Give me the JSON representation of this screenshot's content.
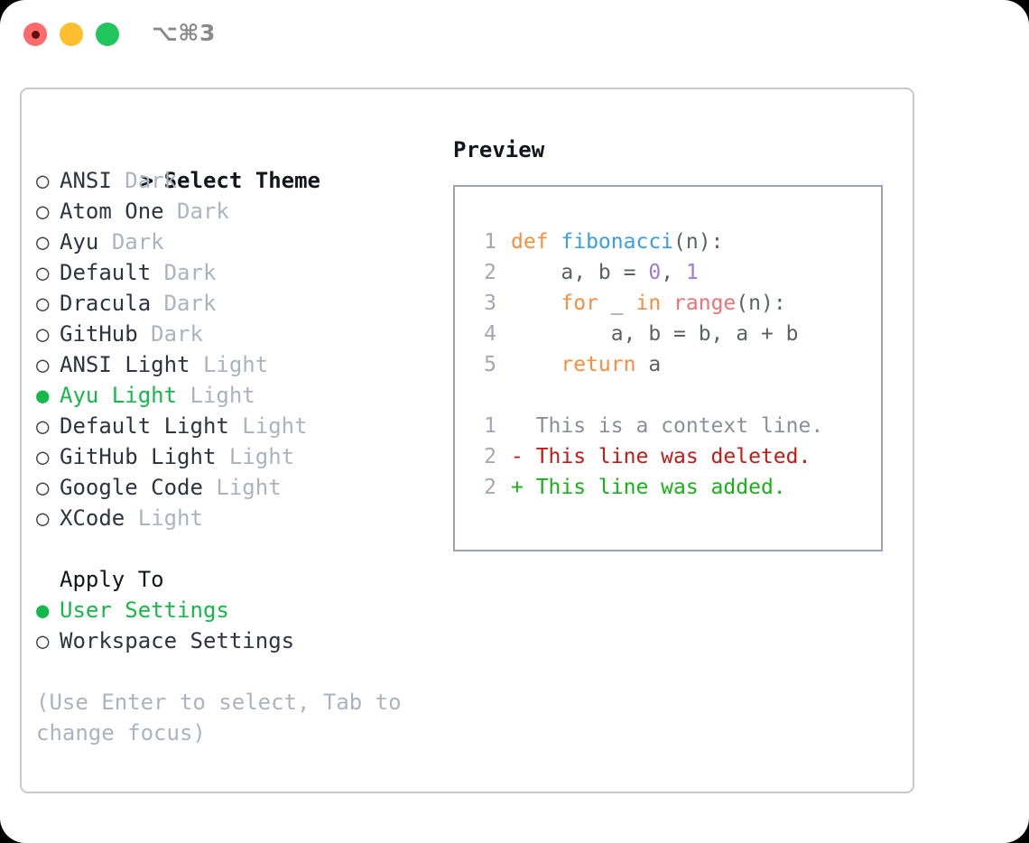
{
  "titlebar": {
    "shortcut": "⌥⌘3",
    "dots": [
      {
        "name": "close-dot",
        "color": "#ff6b6b"
      },
      {
        "name": "minimize-dot",
        "color": "#ffbe2e"
      },
      {
        "name": "maximize-dot",
        "color": "#22c55e"
      }
    ]
  },
  "theme_list": {
    "header_marker": ">",
    "header_label": "Select Theme",
    "marker_unselected": "○",
    "marker_selected": "●",
    "items": [
      {
        "name": "ANSI",
        "variant": "Dark",
        "selected": false
      },
      {
        "name": "Atom One",
        "variant": "Dark",
        "selected": false
      },
      {
        "name": "Ayu",
        "variant": "Dark",
        "selected": false
      },
      {
        "name": "Default",
        "variant": "Dark",
        "selected": false
      },
      {
        "name": "Dracula",
        "variant": "Dark",
        "selected": false
      },
      {
        "name": "GitHub",
        "variant": "Dark",
        "selected": false
      },
      {
        "name": "ANSI Light",
        "variant": "Light",
        "selected": false
      },
      {
        "name": "Ayu Light",
        "variant": "Light",
        "selected": true
      },
      {
        "name": "Default Light",
        "variant": "Light",
        "selected": false
      },
      {
        "name": "GitHub Light",
        "variant": "Light",
        "selected": false
      },
      {
        "name": "Google Code",
        "variant": "Light",
        "selected": false
      },
      {
        "name": "XCode",
        "variant": "Light",
        "selected": false
      }
    ]
  },
  "apply_to": {
    "heading": "Apply To",
    "options": [
      {
        "label": "User Settings",
        "selected": true
      },
      {
        "label": "Workspace Settings",
        "selected": false
      }
    ]
  },
  "hint": "(Use Enter to select, Tab to change focus)",
  "preview": {
    "title": "Preview",
    "code_lines": [
      {
        "no": "1",
        "tokens": [
          {
            "t": "def ",
            "c": "tok-kw"
          },
          {
            "t": "fibonacci",
            "c": "tok-fn"
          },
          {
            "t": "(n):",
            "c": "tok-plain"
          }
        ]
      },
      {
        "no": "2",
        "tokens": [
          {
            "t": "    a, b = ",
            "c": "tok-plain"
          },
          {
            "t": "0",
            "c": "tok-num"
          },
          {
            "t": ", ",
            "c": "tok-plain"
          },
          {
            "t": "1",
            "c": "tok-num"
          }
        ]
      },
      {
        "no": "3",
        "tokens": [
          {
            "t": "    ",
            "c": "tok-plain"
          },
          {
            "t": "for",
            "c": "tok-kw"
          },
          {
            "t": " _ ",
            "c": "tok-plain"
          },
          {
            "t": "in",
            "c": "tok-kw"
          },
          {
            "t": " ",
            "c": "tok-plain"
          },
          {
            "t": "range",
            "c": "tok-builtin"
          },
          {
            "t": "(n):",
            "c": "tok-plain"
          }
        ]
      },
      {
        "no": "4",
        "tokens": [
          {
            "t": "        a, b = b, a + b",
            "c": "tok-plain"
          }
        ]
      },
      {
        "no": "5",
        "tokens": [
          {
            "t": "    ",
            "c": "tok-plain"
          },
          {
            "t": "return",
            "c": "tok-kw"
          },
          {
            "t": " a",
            "c": "tok-plain"
          }
        ]
      }
    ],
    "diff_lines": [
      {
        "no": "1",
        "text": "  This is a context line.",
        "cls": "diff-ctx"
      },
      {
        "no": "2",
        "text": "- This line was deleted.",
        "cls": "diff-del"
      },
      {
        "no": "2",
        "text": "+ This line was added.",
        "cls": "diff-add"
      }
    ]
  }
}
